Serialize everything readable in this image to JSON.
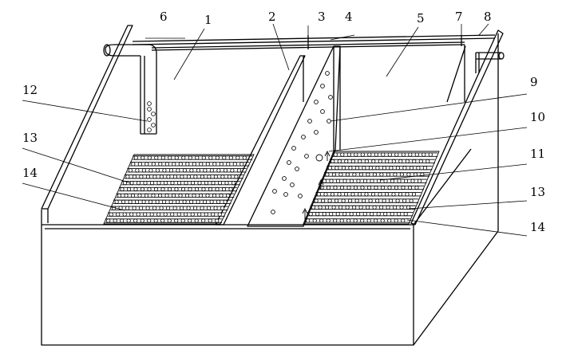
{
  "diagram": {
    "callouts": [
      {
        "id": "c1",
        "text": "1"
      },
      {
        "id": "c2",
        "text": "2"
      },
      {
        "id": "c3",
        "text": "3"
      },
      {
        "id": "c4",
        "text": "4"
      },
      {
        "id": "c5",
        "text": "5"
      },
      {
        "id": "c6",
        "text": "6"
      },
      {
        "id": "c7",
        "text": "7"
      },
      {
        "id": "c8",
        "text": "8"
      },
      {
        "id": "c9",
        "text": "9"
      },
      {
        "id": "c10",
        "text": "10"
      },
      {
        "id": "c11",
        "text": "11"
      },
      {
        "id": "c12",
        "text": "12"
      },
      {
        "id": "c13a",
        "text": "13"
      },
      {
        "id": "c13b",
        "text": "13"
      },
      {
        "id": "c14a",
        "text": "14"
      },
      {
        "id": "c14b",
        "text": "14"
      }
    ],
    "stroke_color": "#000000",
    "background": "#ffffff"
  }
}
